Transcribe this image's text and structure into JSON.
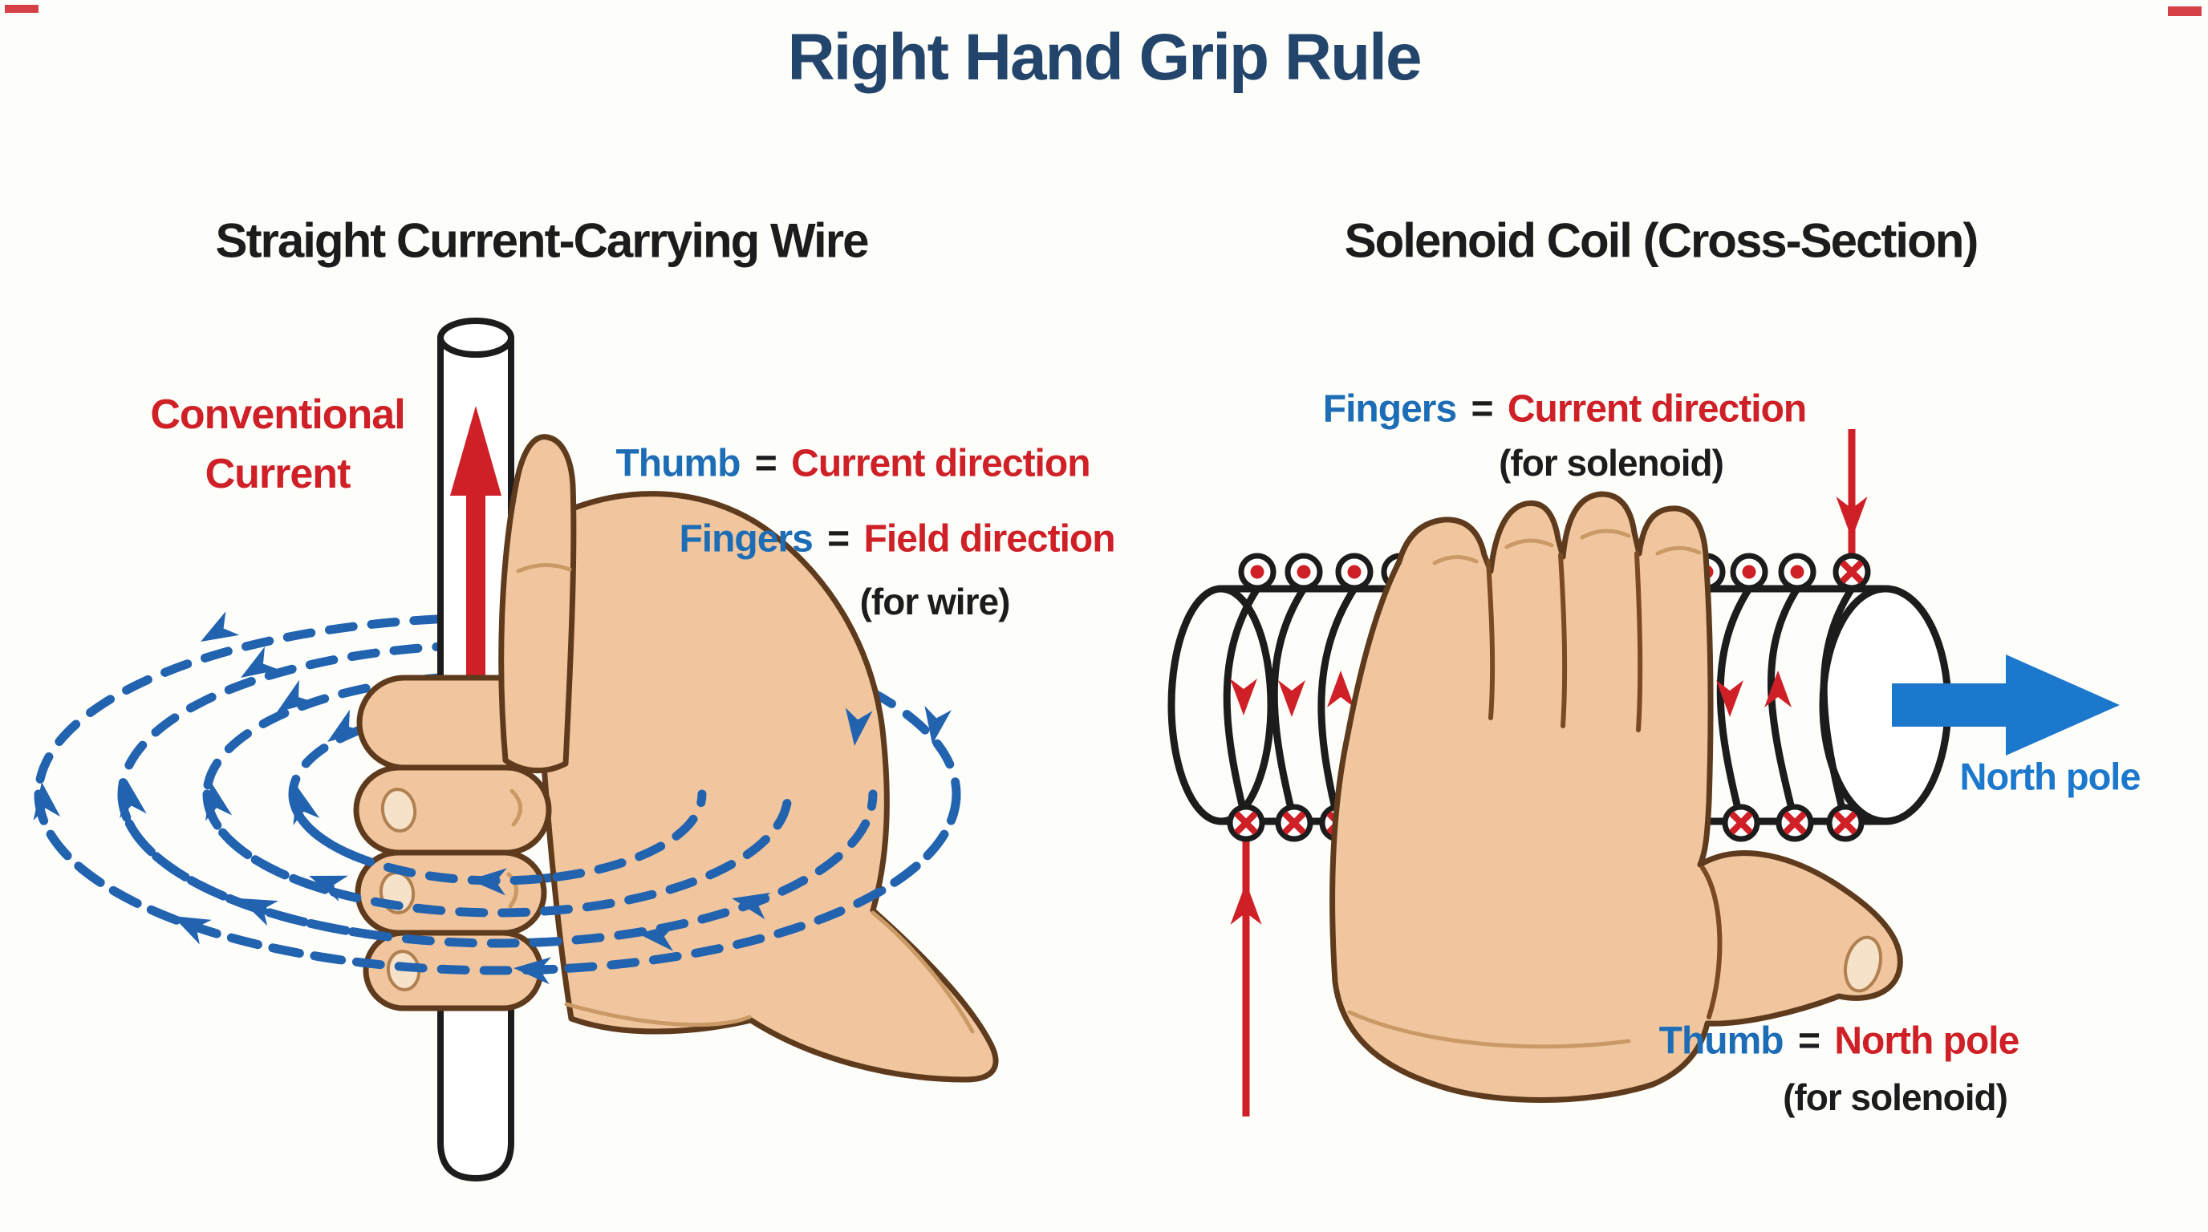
{
  "title": "Right Hand Grip Rule",
  "left": {
    "subtitle": "Straight Current-Carrying Wire",
    "current_line1": "Conventional",
    "current_line2": "Current",
    "thumb_term": "Thumb",
    "thumb_eq": "=",
    "thumb_def": "Current direction",
    "fingers_term": "Fingers",
    "fingers_eq": "=",
    "fingers_def": "Field direction",
    "fingers_note": "(for wire)"
  },
  "right": {
    "subtitle": "Solenoid Coil (Cross-Section)",
    "fingers_term": "Fingers",
    "fingers_eq": "=",
    "fingers_def": "Current direction",
    "fingers_note": "(for solenoid)",
    "north_pole": "North pole",
    "thumb_term": "Thumb",
    "thumb_eq": "=",
    "thumb_def": "North pole",
    "thumb_note": "(for solenoid)"
  },
  "colors": {
    "title_text": "#23456b",
    "heading_text": "#1c1c1c",
    "red": "#ce2026",
    "label_blue": "#1d6db6",
    "field_blue": "#2263b0",
    "arrow_blue": "#1b78cc",
    "skin": "#f1c69e",
    "skin_outline": "#5f3b1e",
    "background": "#fdfdfa"
  }
}
